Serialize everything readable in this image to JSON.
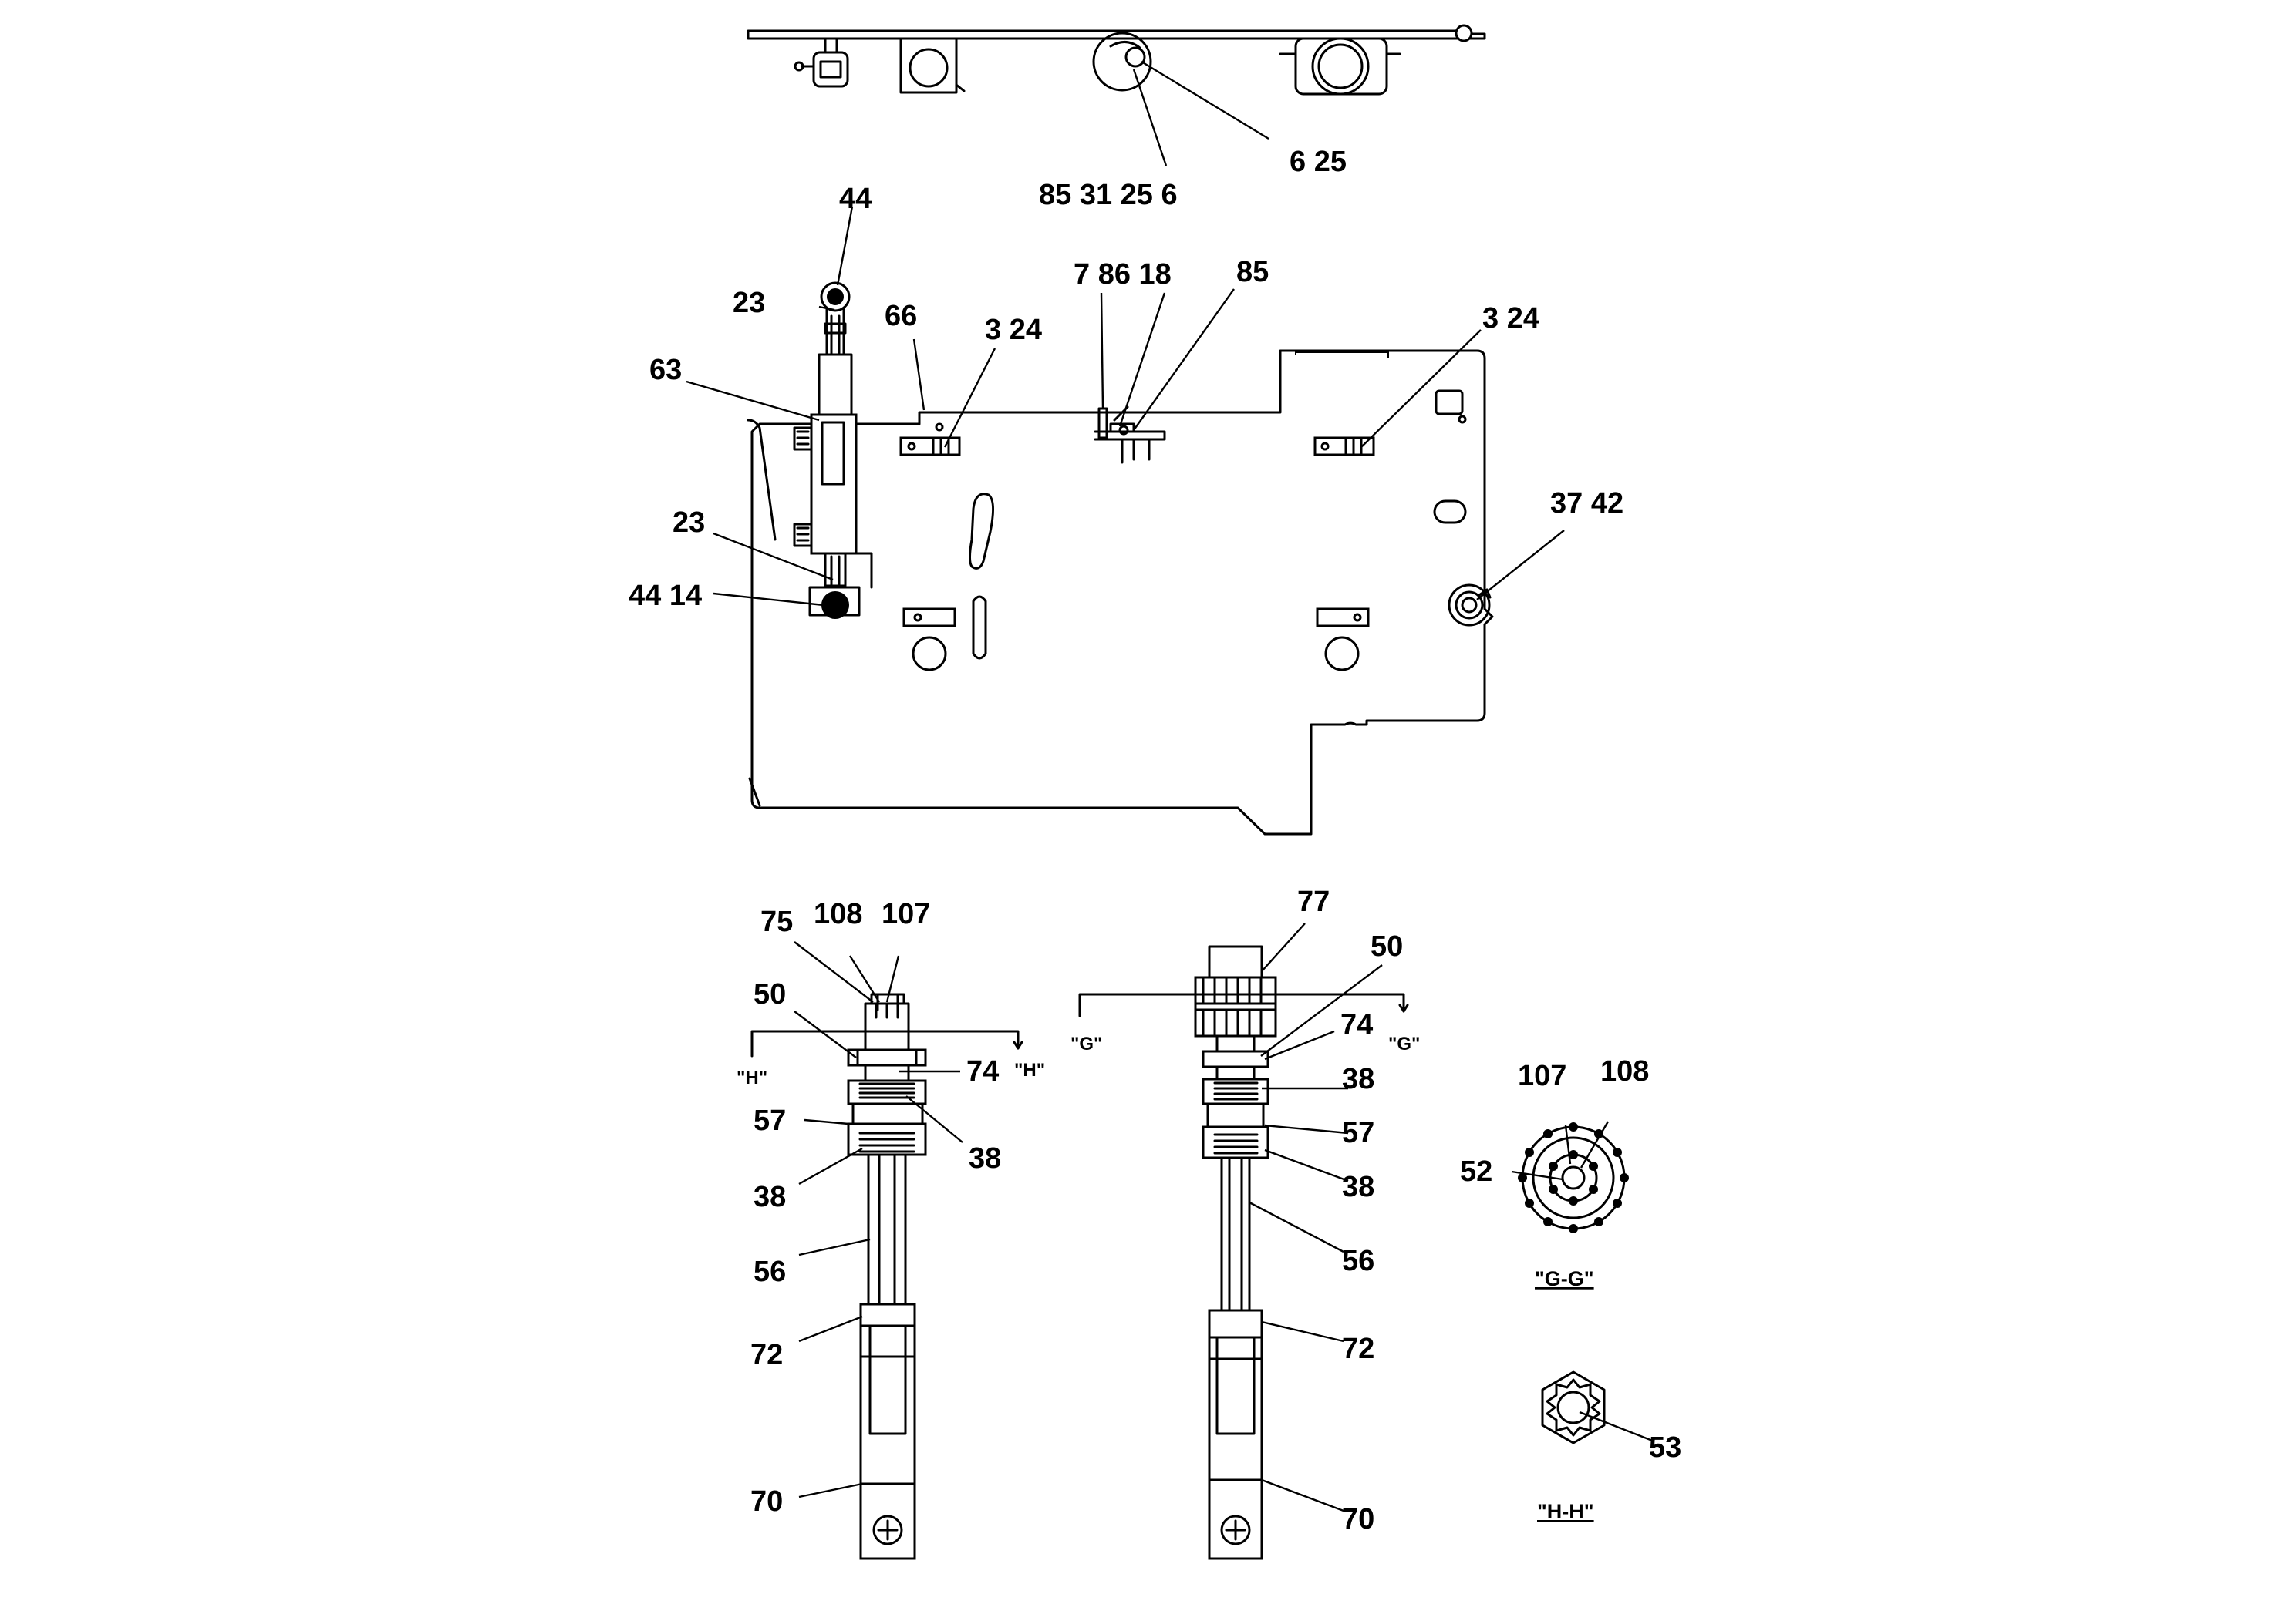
{
  "labels": {
    "top_6_25": "6  25",
    "top_85_31_25_6": "85  31  25  6",
    "l44_top": "44",
    "l23_top": "23",
    "l63": "63",
    "l23_mid": "23",
    "l44_14": "44 14",
    "l66": "66",
    "l3_24_left": "3  24",
    "l7_86_18": "7  86  18",
    "l85": "85",
    "l3_24_right": "3  24",
    "l37_42": "37 42",
    "h_75": "75",
    "h_108": "108",
    "h_107": "107",
    "h_50": "50",
    "h_74": "74",
    "h_57": "57",
    "h_38a": "38",
    "h_38b": "38",
    "h_56": "56",
    "h_72": "72",
    "h_70": "70",
    "g_77": "77",
    "g_50": "50",
    "g_74": "74",
    "g_38a": "38",
    "g_57": "57",
    "g_38b": "38",
    "g_56": "56",
    "g_72": "72",
    "g_70": "70",
    "gg_107": "107",
    "gg_108": "108",
    "gg_52": "52",
    "hh_53": "53"
  },
  "section_marks": {
    "h_left": "\"H\"",
    "h_right": "\"H\"",
    "g_left": "\"G\"",
    "g_right": "\"G\""
  },
  "captions": {
    "gg": "\"G-G\"",
    "hh": "\"H-H\""
  }
}
